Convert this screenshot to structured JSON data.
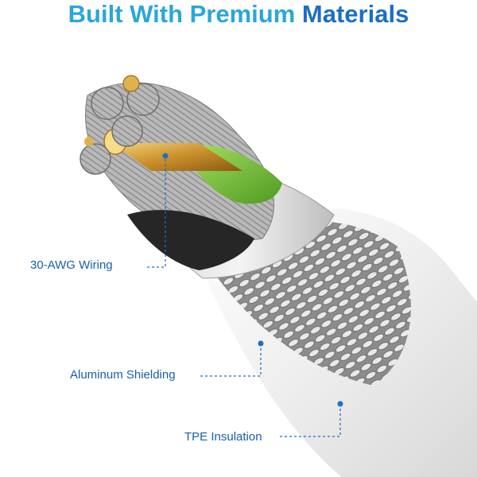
{
  "header": {
    "title_part1": "Built With Premium ",
    "title_part2": "Materials"
  },
  "callouts": [
    {
      "label": "30-AWG Wiring"
    },
    {
      "label": "Aluminum Shielding"
    },
    {
      "label": "TPE Insulation"
    }
  ],
  "colors": {
    "title_light_blue": "#2aa7d8",
    "title_dark_blue": "#1c6fc4",
    "callout_text": "#1a5fa8",
    "leader_line": "#1c6fc4",
    "copper": "#d9a441",
    "green_insulation": "#7cc242",
    "cable_white": "#f2f2f2",
    "foil_silver": "#c9c9c9"
  }
}
